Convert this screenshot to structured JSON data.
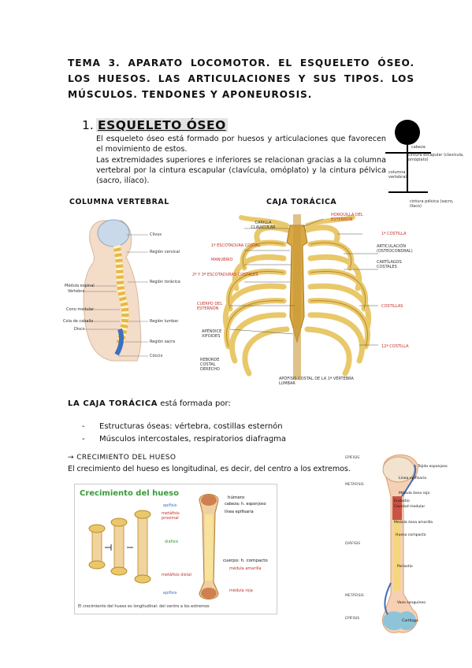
{
  "header": {
    "title": "TEMA 3. APARATO LOCOMOTOR. EL ESQUELETO ÓSEO. LOS HUESOS. LAS ARTICULACIONES Y SUS TIPOS. LOS MÚSCULOS. TENDONES Y APONEUROSIS."
  },
  "section1": {
    "number": "1.",
    "title": "ESQUELETO ÓSEO",
    "para1": "El esqueleto óseo está formado por huesos y articulaciones que favorecen el movimiento de estos.",
    "para2": "Las extremidades superiores e inferiores se relacionan gracias a la columna vertebral por la cintura escapular (clavícula, omóplato) y la cintura pélvica (sacro, ilíaco)."
  },
  "stickfigure": {
    "label_cabeza": "cabeza",
    "label_escapular": "cintura escapular (clavícula, omóplato)",
    "label_columna": "columna vertebral",
    "label_pelvica": "cintura pélvica (sacro, ilíaco)"
  },
  "spine_figure": {
    "heading": "COLUMNA VERTEBRAL",
    "labels_right": [
      "Clivus",
      "Región cervical",
      "Región torácica",
      "Región lumbar",
      "Región sacra",
      "Cóccix"
    ],
    "labels_left": [
      "Médula espinal",
      "Vértebra",
      "Cono medular",
      "Cola de caballo",
      "Disco"
    ]
  },
  "ribcage_figure": {
    "heading": "CAJA TORÁCICA",
    "labels_left": [
      "CARILLA CLAVICULAR",
      "1ª ESCOTADURA COSTAL",
      "MANUBRIO",
      "2ª Y 3ª ESCOTADURAS COSTALES",
      "CUERPO DEL ESTERNÓN",
      "APÉNDICE XIFOIDES",
      "REBORDE COSTAL DERECHO"
    ],
    "labels_right": [
      "HORQUILLA DEL ESTERNÓN",
      "1ª COSTILLA",
      "ARTICULACIÓN (OSTEOCONDRAL)",
      "CARTÍLAGOS COSTALES",
      "COSTILLAS",
      "12ª COSTILLA"
    ],
    "label_bottom": "APÓFISIS COSTAL DE LA 1ª VÉRTEBRA LUMBAR"
  },
  "caja": {
    "intro_bold": "LA CAJA TORÁCICA",
    "intro_rest": " está formada por:",
    "bullets": [
      "Estructuras óseas: vértebra, costillas esternón",
      "Músculos intercostales, respiratorios diafragma"
    ]
  },
  "crecimiento": {
    "heading": "→ CRECIMIENTO DEL HUESO",
    "text": "El crecimiento del hueso es longitudinal, es decir, del centro a los extremos."
  },
  "growth_figure": {
    "title": "Crecimiento del hueso",
    "labels": [
      "epífisis",
      "metáfisis proximal",
      "diáfisis",
      "metáfisis distal",
      "epífisis"
    ],
    "humerus": "húmero",
    "callouts": [
      "cabeza: h. esponjoso",
      "línea epifisaria",
      "cuerpo: h. compacto",
      "médula amarilla",
      "médula roja"
    ],
    "caption": "El crecimiento del hueso es longitudinal: del centro a los extremos"
  },
  "long_bone_figure": {
    "left_labels": [
      "EPÍFISIS",
      "METÁFISIS",
      "DIÁFISIS",
      "METÁFISIS",
      "EPÍFISIS"
    ],
    "right_labels": [
      "Tejido esponjoso",
      "Línea epifisaria",
      "Médula ósea roja",
      "Endostio",
      "Cavidad medular",
      "Médula ósea amarilla",
      "Hueso compacto",
      "Periostio",
      "Vaso sanguíneo",
      "Cartílago"
    ]
  },
  "colors": {
    "bone": "#e9c86a",
    "bone_dark": "#b8892b",
    "cartilage": "#8fc4d8",
    "marrow_red": "#c0322b",
    "green_title": "#3a9a3a",
    "blue_label": "#3c6fc0",
    "bone_pink": "#f6d0b4"
  }
}
